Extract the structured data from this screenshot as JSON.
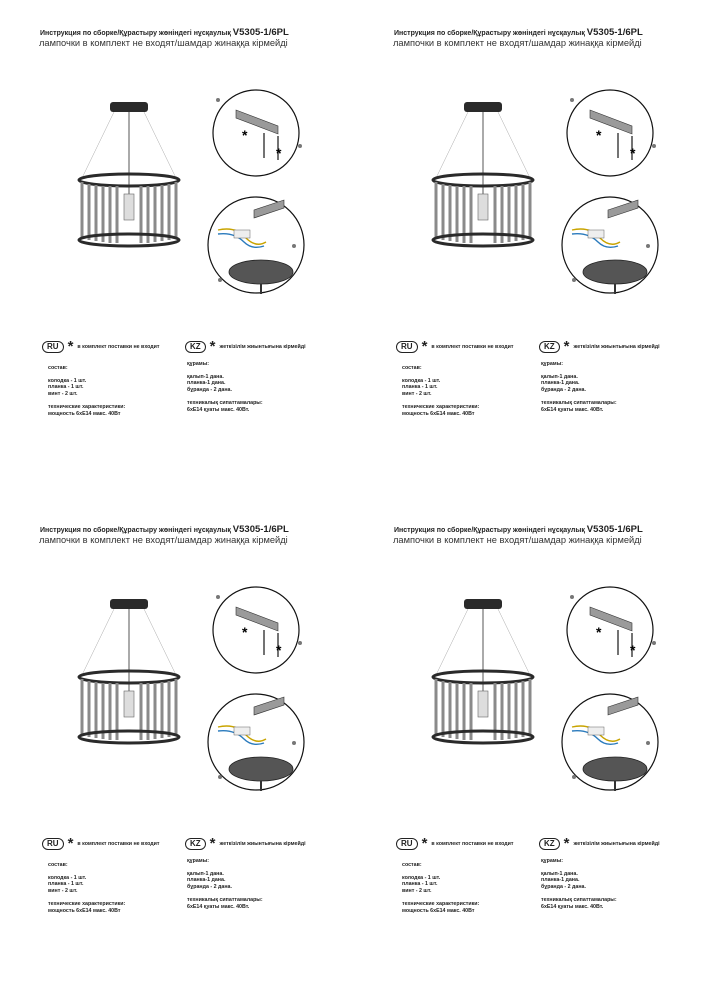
{
  "header": {
    "title_prefix": "Инструкция по сборке/Құрастыру жөніндегі нұсқаулық",
    "model": "V5305-1/6PL",
    "subtitle": "лампочки в комплект не входят/шамдар жинаққа кірмейді"
  },
  "ru": {
    "badge": "RU",
    "star": "*",
    "note": "в комплект поставки не входит",
    "composition_heading": "состав:",
    "items": [
      "колодка - 1 шт.",
      "планка - 1 шт.",
      "винт - 2 шт."
    ],
    "specs_heading": "технические характеристики:",
    "specs": [
      "мощность 6хЕ14 макс. 40Вт"
    ]
  },
  "kz": {
    "badge": "KZ",
    "star": "*",
    "note": "жеткізілім жиынтығына кірмейді",
    "composition_heading": "құрамы:",
    "items": [
      "қалып-1 дана.",
      "планка-1 дана.",
      "бұранда - 2 дана."
    ],
    "specs_heading": "техникалық сипаттамалары:",
    "specs": [
      "6хЕ14 қуаты макс. 40Вт."
    ]
  },
  "diagram": {
    "star_marks": [
      "*",
      "*"
    ]
  },
  "colors": {
    "lamp_body": "#2a2a2a",
    "crystal": "#8a8a8a",
    "bracket": "#9a9a9a",
    "circle_outline": "#111111"
  }
}
